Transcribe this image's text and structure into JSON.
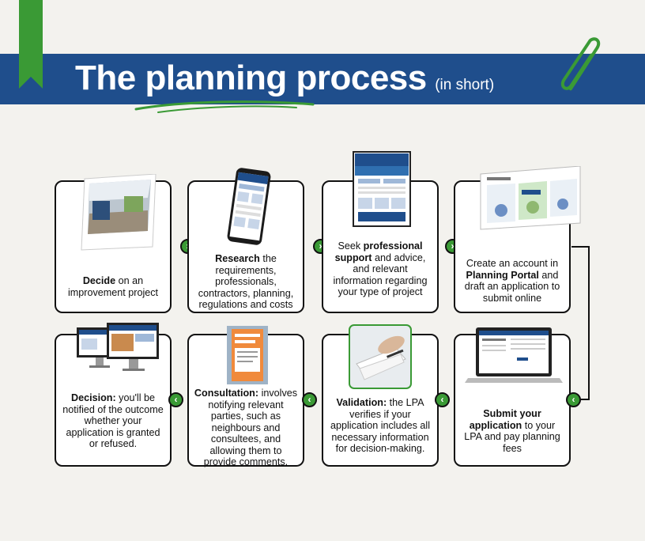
{
  "header": {
    "title_main": "The planning process",
    "title_sub": "(in short)"
  },
  "colors": {
    "banner": "#1f4e8c",
    "accent_green": "#3a9a35",
    "border": "#111111"
  },
  "icons": {
    "ribbon": "green-bookmark-ribbon-icon",
    "clip": "paper-clip-icon",
    "arrow": "arrow-right-circle-icon"
  },
  "steps": [
    {
      "bold": "Decide",
      "text": " on an improvement project",
      "image": "house-interior-photo"
    },
    {
      "bold": "Research",
      "text": " the requirements, professionals, contractors, planning, regulations and costs",
      "image": "smartphone-website"
    },
    {
      "pre": "Seek ",
      "bold": "professional support",
      "text": " and advice, and relevant information regarding your type of project",
      "image": "planning-portal-tablet"
    },
    {
      "pre": "Create an account in ",
      "bold": "Planning Portal",
      "text": " and draft an application to submit online",
      "image": "planning-portal-webpage"
    },
    {
      "bold": "Submit your application",
      "text": " to your LPA and pay planning fees",
      "image": "laptop-application"
    },
    {
      "bold": "Validation:",
      "text": " the LPA verifies if your application includes all necessary information for decision-making.",
      "image": "hand-with-documents-photo"
    },
    {
      "bold": "Consultation:",
      "text": " involves notifying relevant parties, such as neighbours and consultees, and allowing them to provide comments.",
      "image": "planning-notice-poster"
    },
    {
      "bold": "Decision:",
      "text": " you'll be notified of the outcome whether your application is granted or refused.",
      "image": "desktop-monitors"
    }
  ]
}
